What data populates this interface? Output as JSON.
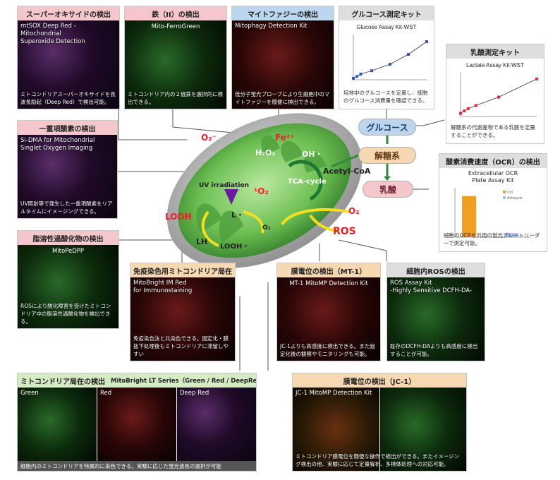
{
  "panels": {
    "superoxide": {
      "title": "スーパーオキサイドの検出",
      "caption": "mtSOX Deep Red - Mitochondrial\nSuperoxide Detection",
      "desc": "ミトコンドリアスーパーオキサイドを長波長励起（Deep Red）で検出可能。"
    },
    "iron": {
      "title": "鉄（II）の検出",
      "caption": "Mito-FerroGreen",
      "desc": "ミトコンドリア内の２価鉄を選択的に検出できる。"
    },
    "mitophagy": {
      "title": "マイトファジーの検出",
      "caption": "Mitophagy Detection Kit",
      "desc": "低分子蛍光プローブにより生細胞中のマイトファジーを簡便に検出できる。"
    },
    "glucose_kit": {
      "title": "グルコース測定キット",
      "chart_title": "Glucose Assay Kit-WST",
      "desc": "培地中のグルコースを定量し、細胞のグルコース消費量を確認できる。"
    },
    "lactate_kit": {
      "title": "乳酸測定キット",
      "chart_title": "Lactate Assay Kit-WST",
      "desc": "解糖系の代謝産物である乳酸を定量することができる。"
    },
    "singlet": {
      "title": "一重項酸素の検出",
      "caption": "Si-DMA for Mitochondrial\nSinglet Oxygen Imaging",
      "desc": "UV照射等で発生した一重項酸素をリアルタイムにイメージングできる。"
    },
    "ocr": {
      "title": "酸素消費速度（OCR）の検出",
      "chart_title": "Extracellular OCR\nPlate Assay Kit",
      "desc": "細胞のOCRを汎用の蛍光プレートリーダーで測定可能。"
    },
    "lipid": {
      "title": "脂溶性過酸化物の検出",
      "caption": "MitoPeDPP",
      "desc": "ROSにより酸化障害を受けたミトコンドリア中の脂溶性過酸化物を検出できる。"
    },
    "immuno": {
      "title": "免疫染色用ミトコンドリア局在",
      "caption": "MitoBright IM Red\nfor Immunostaining",
      "desc": "免疫染色法と共染色できる。固定化・膜抜下処理後もミトコンドリアに滞留しやすい"
    },
    "mt1": {
      "title": "膜電位の検出（MT-1）",
      "caption": "MT-1 MitoMP Detection Kit",
      "desc": "JC-1よりも高感度に検出できる。また固定化後の観察やモニタリングも可能。"
    },
    "ros": {
      "title": "細胞内ROSの検出",
      "caption": "ROS Assay Kit\n-Highly Sensitive DCFH-DA-",
      "desc": "既存のDCFH-DAよりも高感度に検出することが可能。"
    },
    "lt": {
      "title": "ミトコンドリア局在の検出",
      "title2": "MitoBright LT Series（Green / Red / DeepRed）",
      "green": "Green",
      "red": "Red",
      "deepred": "Deep Red",
      "desc": "細胞内のミトコンドリアを特異的に染色できる。実験に応じた蛍光波長の選択が可能"
    },
    "jc1": {
      "title": "膜電位の検出（JC-1）",
      "caption": "JC-1 MitoMP Detection Kit",
      "desc": "ミトコンドリア膜電位を簡便な操作で検出ができる。またイメージング検出の他、実験に応じて定量解析、多検体処理への対応可能。"
    }
  },
  "pathway": {
    "glucose": "グルコース",
    "glycolysis": "解糖系",
    "lactate": "乳酸"
  },
  "molecules": {
    "o2_superoxide": "O₂⁻",
    "fe": "Fe²⁺",
    "h2o2": "H₂O₂",
    "oh": "OH・",
    "acetyl_coa": "Acetyl-CoA",
    "tca": "TCA-cycle",
    "uv": "UV irradiation",
    "singlet_o2": "¹O₂",
    "looh": "LOOH",
    "l_radical": "L・",
    "lh": "LH",
    "loo": "LOOH・",
    "o2_small": "O₂",
    "o2": "O₂",
    "ros": "ROS"
  },
  "chart_data": [
    {
      "type": "line",
      "title": "Glucose Assay Kit-WST",
      "x": [
        0,
        0.1,
        0.2,
        0.5,
        1.0,
        1.5,
        2.0
      ],
      "y": [
        0.05,
        0.12,
        0.2,
        0.32,
        0.55,
        0.9,
        1.35
      ],
      "xlabel": "",
      "ylabel": "",
      "xlim": [
        0,
        2.0
      ],
      "ylim": [
        0,
        1.6
      ]
    },
    {
      "type": "line",
      "title": "Lactate Assay Kit-WST",
      "x": [
        0,
        0.05,
        0.1,
        0.2,
        0.5,
        1.0
      ],
      "y": [
        0.1,
        0.18,
        0.25,
        0.35,
        0.62,
        1.2
      ],
      "xlabel": "",
      "ylabel": "",
      "xlim": [
        0,
        1.0
      ],
      "ylim": [
        0,
        1.4
      ]
    },
    {
      "type": "bar",
      "title": "Extracellular OCR\nPlate Assay Kit",
      "categories": [
        "Ctrl",
        "Antimycin"
      ],
      "values": [
        1.0,
        0.1
      ],
      "colors": [
        "#f0a020",
        "#a8c0e8"
      ],
      "ylim": [
        0,
        1.2
      ]
    }
  ],
  "colors": {
    "accent_red": "#e8202a",
    "tca_green": "#2e8b3a",
    "glucose_blue": "#bcd6ee",
    "glycolysis_orange": "#f6d9b2",
    "lactate_pink": "#f4c7cc"
  }
}
